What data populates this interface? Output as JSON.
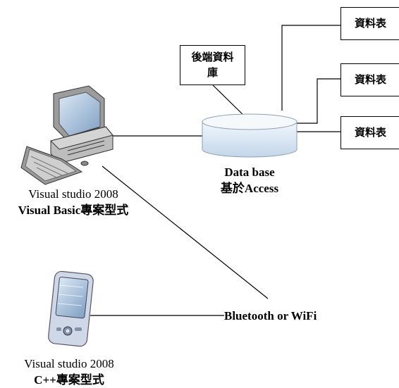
{
  "backend_box": {
    "line1": "後端資料",
    "line2": "庫"
  },
  "tables": [
    "資料表",
    "資料表",
    "資料表"
  ],
  "database": {
    "line1": "Data base",
    "line2": "基於Access"
  },
  "pc": {
    "line1": "Visual studio 2008",
    "line2": "Visual Basic專案型式"
  },
  "link": {
    "label": "Bluetooth or WiFi"
  },
  "pda": {
    "line1": "Visual studio 2008",
    "line2": "C++專案型式"
  },
  "icons": {
    "pc": "desktop-computer-icon",
    "pda": "pda-device-icon",
    "db": "database-cylinder-icon"
  }
}
